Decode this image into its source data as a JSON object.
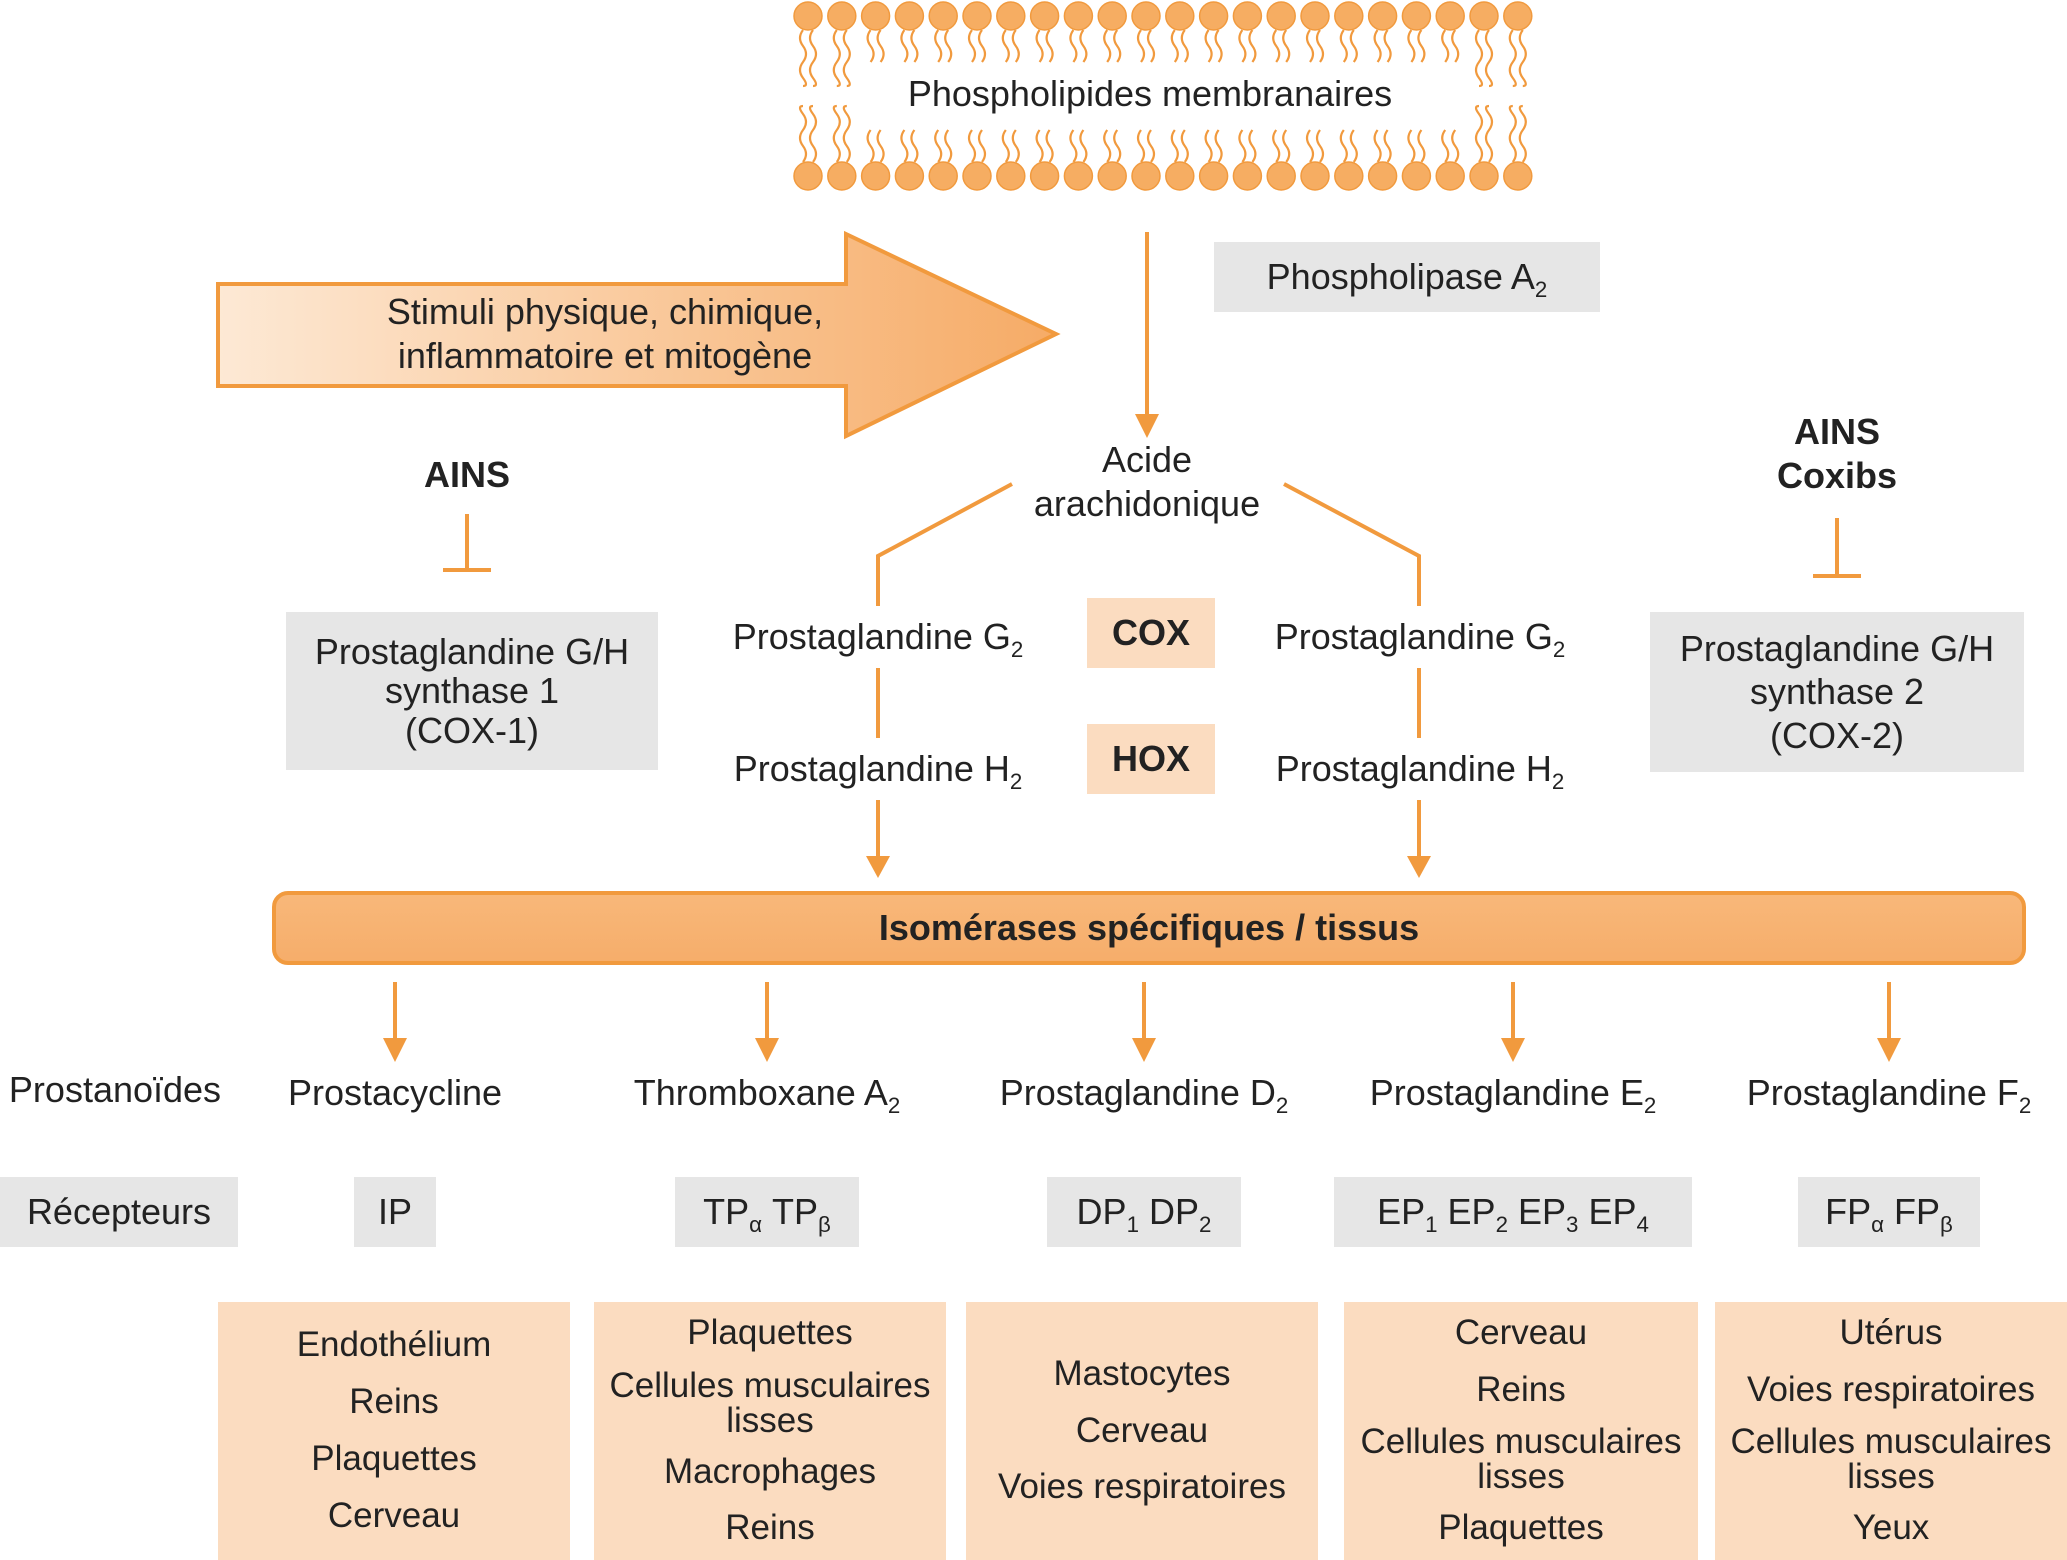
{
  "membrane": {
    "label": "Phospholipides membranaires"
  },
  "enzyme_pla2": {
    "label": "Phospholipase A",
    "sub": "2"
  },
  "stimuli": {
    "line1": "Stimuli physique, chimique,",
    "line2": "inflammatoire et mitogène"
  },
  "arachidonic": {
    "line1": "Acide",
    "line2": "arachidonique"
  },
  "left_inhibitor": {
    "label": "AINS"
  },
  "right_inhibitor": {
    "line1": "AINS",
    "line2": "Coxibs"
  },
  "cox1_box": {
    "line1": "Prostaglandine G/H",
    "line2": "synthase 1",
    "line3": "(COX-1)"
  },
  "cox2_box": {
    "line1": "Prostaglandine G/H",
    "line2": "synthase 2",
    "line3": "(COX-2)"
  },
  "pg_g2": {
    "label": "Prostaglandine G",
    "sub": "2"
  },
  "pg_h2": {
    "label": "Prostaglandine H",
    "sub": "2"
  },
  "cox_label": "COX",
  "hox_label": "HOX",
  "isomerases": "Isomérases spécifiques / tissus",
  "row_prostanoids": "Prostanoïdes",
  "row_receptors": "Récepteurs",
  "prostanoids": [
    {
      "label": "Prostacycline",
      "sub": ""
    },
    {
      "label": "Thromboxane A",
      "sub": "2"
    },
    {
      "label": "Prostaglandine D",
      "sub": "2"
    },
    {
      "label": "Prostaglandine E",
      "sub": "2"
    },
    {
      "label": "Prostaglandine F",
      "sub": "2"
    }
  ],
  "receptors": [
    [
      {
        "t": "IP",
        "s": ""
      }
    ],
    [
      {
        "t": "TP",
        "s": "α"
      },
      {
        "t": "TP",
        "s": "β"
      }
    ],
    [
      {
        "t": "DP",
        "s": "1"
      },
      {
        "t": "DP",
        "s": "2"
      }
    ],
    [
      {
        "t": "EP",
        "s": "1"
      },
      {
        "t": "EP",
        "s": "2"
      },
      {
        "t": "EP",
        "s": "3"
      },
      {
        "t": "EP",
        "s": "4"
      }
    ],
    [
      {
        "t": "FP",
        "s": "α"
      },
      {
        "t": "FP",
        "s": "β"
      }
    ]
  ],
  "tissues": [
    [
      "Endothélium",
      "Reins",
      "Plaquettes",
      "Cerveau"
    ],
    [
      "Plaquettes",
      "Cellules musculaires\nlisses",
      "Macrophages",
      "Reins"
    ],
    [
      "Mastocytes",
      "Cerveau",
      "Voies respiratoires"
    ],
    [
      "Cerveau",
      "Reins",
      "Cellules musculaires\nlisses",
      "Plaquettes"
    ],
    [
      "Utérus",
      "Voies respiratoires",
      "Cellules musculaires\nlisses",
      "Yeux"
    ]
  ],
  "colors": {
    "orange": "#f19a3e",
    "orange_light": "#f6b87a",
    "peach": "#fbdcc0",
    "grey_box": "#e6e6e6"
  }
}
